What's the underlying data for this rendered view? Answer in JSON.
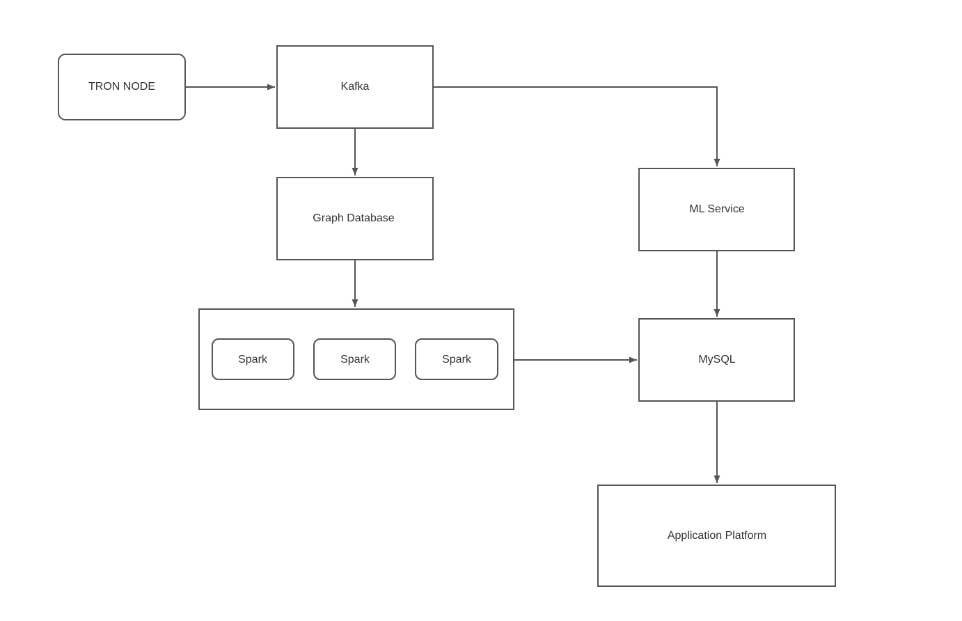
{
  "diagram": {
    "nodes": [
      {
        "id": "tron",
        "label": "TRON NODE",
        "shape": "rounded"
      },
      {
        "id": "kafka",
        "label": "Kafka",
        "shape": "rect"
      },
      {
        "id": "graphdb",
        "label": "Graph Database",
        "shape": "rect"
      },
      {
        "id": "spark-cluster",
        "label": "",
        "shape": "rect"
      },
      {
        "id": "spark1",
        "label": "Spark",
        "shape": "rounded",
        "parent": "spark-cluster"
      },
      {
        "id": "spark2",
        "label": "Spark",
        "shape": "rounded",
        "parent": "spark-cluster"
      },
      {
        "id": "spark3",
        "label": "Spark",
        "shape": "rounded",
        "parent": "spark-cluster"
      },
      {
        "id": "ml",
        "label": "ML Service",
        "shape": "rect"
      },
      {
        "id": "mysql",
        "label": "MySQL",
        "shape": "rect"
      },
      {
        "id": "app",
        "label": "Application Platform",
        "shape": "rect"
      }
    ],
    "edges": [
      {
        "from": "tron",
        "to": "kafka"
      },
      {
        "from": "kafka",
        "to": "graphdb"
      },
      {
        "from": "kafka",
        "to": "ml"
      },
      {
        "from": "graphdb",
        "to": "spark-cluster"
      },
      {
        "from": "ml",
        "to": "mysql"
      },
      {
        "from": "spark-cluster",
        "to": "mysql"
      },
      {
        "from": "mysql",
        "to": "app"
      }
    ],
    "colors": {
      "stroke": "#555555",
      "text": "#333333",
      "fill": "#ffffff"
    }
  }
}
